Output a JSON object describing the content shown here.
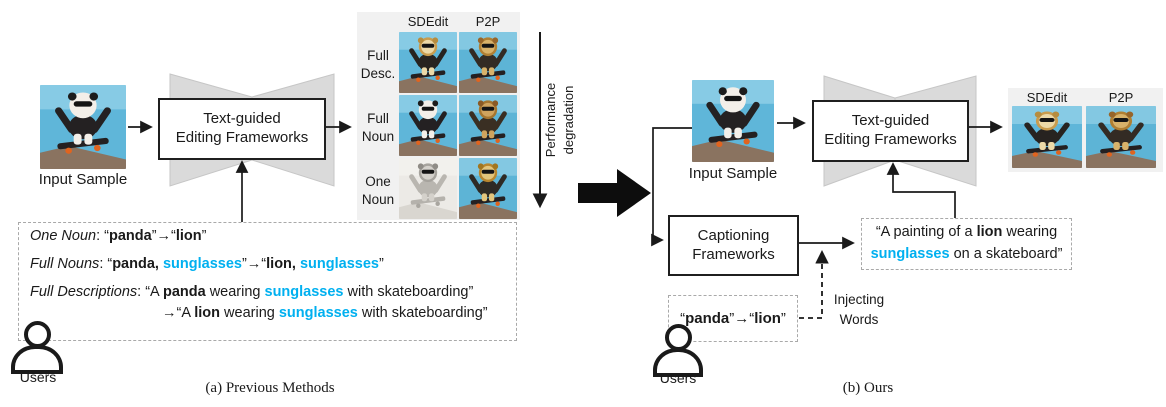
{
  "colors": {
    "accent_cyan": "#00b0f0",
    "panel_bg": "#f1f1f1",
    "bowtie_gray": "#dadada",
    "line_black": "#1a1a1a"
  },
  "section_a": {
    "caption": "(a) Previous Methods",
    "input_label": "Input Sample",
    "input_variant": "panda",
    "editor_line1": "Text-guided",
    "editor_line2": "Editing Frameworks",
    "results": {
      "col1": "SDEdit",
      "col2": "P2P",
      "rows": [
        {
          "l1": "Full",
          "l2": "Desc."
        },
        {
          "l1": "Full",
          "l2": "Noun"
        },
        {
          "l1": "One",
          "l2": "Noun"
        }
      ],
      "grid": [
        [
          "lion_shaggy",
          "monkey_gold"
        ],
        [
          "panda_sd",
          "monkey_brown"
        ],
        [
          "statue",
          "lion_gold"
        ]
      ]
    },
    "perf_line1": "Performance",
    "perf_line2": "degradation",
    "prompts": {
      "one_noun": {
        "label": "One Noun",
        "sep": ": “",
        "from": "panda",
        "mid": "”→“",
        "to": "lion",
        "end": "”"
      },
      "full_nouns": {
        "label": "Full Nouns",
        "sep": ": “",
        "from_a": "panda, ",
        "from_b": "sunglasses",
        "mid": "”→“",
        "to_a": "lion, ",
        "to_b": "sunglasses",
        "end": "”"
      },
      "full_desc1": {
        "label": "Full Descriptions",
        "sep": ": “A ",
        "w1": "panda",
        "t1": " wearing ",
        "w2": "sunglasses",
        "t2": " with skateboarding”"
      },
      "full_desc2": {
        "arrow": "→“A ",
        "w1": "lion",
        "t1": " wearing ",
        "w2": "sunglasses",
        "t2": " with skateboarding”"
      }
    },
    "users_label": "Users"
  },
  "section_b": {
    "caption": "(b) Ours",
    "input_label": "Input Sample",
    "input_variant": "panda",
    "editor_line1": "Text-guided",
    "editor_line2": "Editing Frameworks",
    "captioning_line1": "Captioning",
    "captioning_line2": "Frameworks",
    "caption_box": {
      "line1_pre": "“A painting of a ",
      "line1_bold": "lion",
      "line1_post": " wearing",
      "line2_cyan": "sunglasses",
      "line2_post": " on a skateboard”"
    },
    "injecting_line1": "Injecting",
    "injecting_line2": "Words",
    "swap_box": {
      "q1": "“",
      "from": "panda",
      "mid": "”→“",
      "to": "lion",
      "q2": "”"
    },
    "results": {
      "col1": "SDEdit",
      "col2": "P2P",
      "grid": [
        [
          "lion_shaggy",
          "monkey_gold"
        ]
      ]
    },
    "users_label": "Users"
  },
  "thumbs": {
    "panda": {
      "sky": "#5fb6d9",
      "sky2": "#a8dcef",
      "ground": "#8a7360",
      "deck": "#242021",
      "wheel": "#e0641f",
      "jacket": "#242122",
      "fur": "#f3efe9",
      "dark": "#1c1c1c",
      "mane": "#f3efe9"
    },
    "panda_sd": {
      "sky": "#5fb6d9",
      "sky2": "#a8dcef",
      "ground": "#8a7360",
      "deck": "#242021",
      "wheel": "#e0641f",
      "jacket": "#242122",
      "fur": "#f3efe9",
      "dark": "#1c1c1c",
      "mane": "#f3efe9"
    },
    "lion_shaggy": {
      "sky": "#5fb6d9",
      "sky2": "#a8dcef",
      "ground": "#8a7360",
      "deck": "#242021",
      "wheel": "#e0641f",
      "jacket": "#272320",
      "fur": "#ecd9a8",
      "dark": "#b68c3f",
      "mane": "#c99c4e"
    },
    "monkey_gold": {
      "sky": "#5db4d6",
      "sky2": "#a2d8ec",
      "ground": "#8a7360",
      "deck": "#242021",
      "wheel": "#e0641f",
      "jacket": "#332b24",
      "fur": "#d8b26a",
      "dark": "#97652a",
      "mane": "#b07f33"
    },
    "monkey_brown": {
      "sky": "#5db4d6",
      "sky2": "#a2d8ec",
      "ground": "#8a7360",
      "deck": "#242021",
      "wheel": "#e0641f",
      "jacket": "#3a2f23",
      "fur": "#cfa35e",
      "dark": "#8a5a26",
      "mane": "#a5752f"
    },
    "statue": {
      "sky": "#eceae6",
      "sky2": "#f7f6f3",
      "ground": "#d9d6d0",
      "deck": "#b5b2ac",
      "wheel": "#a9a6a0",
      "jacket": "#b9b6b0",
      "fur": "#d4d1cb",
      "dark": "#8f8c86",
      "mane": "#a6a39d"
    },
    "lion_gold": {
      "sky": "#5db4d6",
      "sky2": "#a2d8ec",
      "ground": "#8a7360",
      "deck": "#242021",
      "wheel": "#e0641f",
      "jacket": "#2e2a24",
      "fur": "#e2c57c",
      "dark": "#a2761f",
      "mane": "#b8862e"
    }
  }
}
